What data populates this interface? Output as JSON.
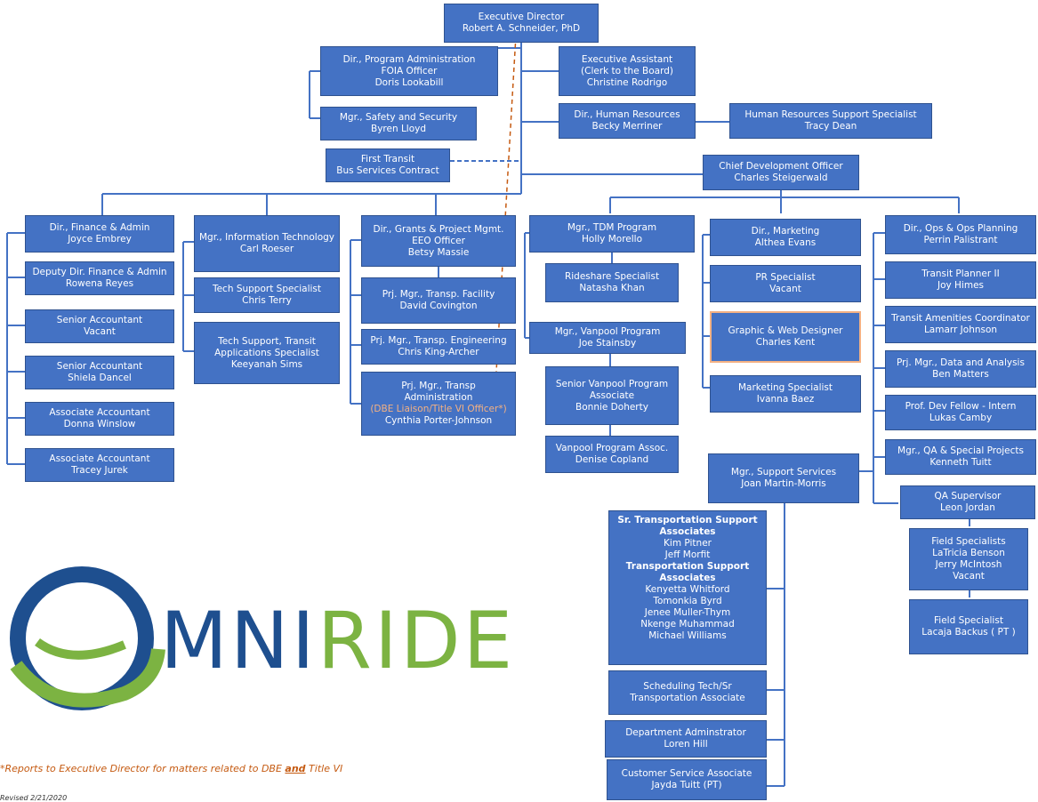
{
  "boxes": {
    "exec_director": {
      "title": "Executive Director",
      "name": "Robert A. Schneider, PhD"
    },
    "dir_program_admin": {
      "title": "Dir., Program Administration",
      "line2": "FOIA Officer",
      "name": "Doris Lookabill"
    },
    "exec_assistant": {
      "title": "Executive  Assistant",
      "line2": "(Clerk to the Board)",
      "name": "Christine Rodrigo"
    },
    "mgr_safety": {
      "title": "Mgr., Safety and Security",
      "name": "Byren Lloyd"
    },
    "dir_hr": {
      "title": "Dir., Human Resources",
      "name": "Becky Merriner"
    },
    "hr_support": {
      "title": "Human Resources Support Specialist",
      "name": "Tracy Dean"
    },
    "first_transit": {
      "title": "First Transit",
      "name": "Bus Services Contract"
    },
    "cdo": {
      "title": "Chief Development Officer",
      "name": "Charles Steigerwald"
    },
    "dir_finance": {
      "title": "Dir., Finance & Admin",
      "name": "Joyce Embrey"
    },
    "deputy_finance": {
      "title": "Deputy Dir. Finance & Admin",
      "name": "Rowena Reyes"
    },
    "senior_acct_1": {
      "title": "Senior Accountant",
      "name": "Vacant"
    },
    "senior_acct_2": {
      "title": "Senior Accountant",
      "name": "Shiela Dancel"
    },
    "assoc_acct_1": {
      "title": "Associate Accountant",
      "name": "Donna Winslow"
    },
    "assoc_acct_2": {
      "title": "Associate Accountant",
      "name": "Tracey Jurek"
    },
    "mgr_it": {
      "title": "Mgr., Information Technology",
      "name": "Carl Roeser"
    },
    "tech_support": {
      "title": "Tech Support Specialist",
      "name": "Chris Terry"
    },
    "tech_transit": {
      "title": "Tech Support, Transit",
      "line2": "Applications Specialist",
      "name": "Keeyanah Sims"
    },
    "dir_grants": {
      "title": "Dir., Grants & Project Mgmt.",
      "line2": "EEO Officer",
      "name": "Betsy Massie"
    },
    "prj_facility": {
      "title": "Prj. Mgr., Transp. Facility",
      "name": "David Covington"
    },
    "prj_engineering": {
      "title": "Prj. Mgr., Transp. Engineering",
      "name": "Chris King-Archer"
    },
    "prj_admin": {
      "title": "Prj. Mgr., Transp",
      "line2": "Administration",
      "note": "(DBE Liaison/Title VI Officer*)",
      "name": "Cynthia Porter-Johnson"
    },
    "mgr_tdm": {
      "title": "Mgr., TDM Program",
      "name": "Holly Morello"
    },
    "rideshare": {
      "title": "Rideshare Specialist",
      "name": "Natasha Khan"
    },
    "mgr_vanpool": {
      "title": "Mgr., Vanpool Program",
      "name": "Joe Stainsby"
    },
    "sr_vanpool": {
      "title": "Senior Vanpool Program",
      "line2": "Associate",
      "name": "Bonnie Doherty"
    },
    "vanpool_assoc": {
      "title": "Vanpool Program Assoc.",
      "name": "Denise Copland"
    },
    "dir_marketing": {
      "title": "Dir., Marketing",
      "name": "Althea Evans"
    },
    "pr_specialist": {
      "title": "PR Specialist",
      "name": "Vacant"
    },
    "graphic_web": {
      "title": "Graphic & Web Designer",
      "name": "Charles Kent"
    },
    "marketing_spec": {
      "title": "Marketing  Specialist",
      "name": "Ivanna Baez"
    },
    "dir_ops": {
      "title": "Dir., Ops & Ops Planning",
      "name": "Perrin Palistrant"
    },
    "transit_planner": {
      "title": "Transit Planner II",
      "name": "Joy Himes"
    },
    "transit_amenities": {
      "title": "Transit Amenities Coordinator",
      "name": "Lamarr Johnson"
    },
    "prj_data": {
      "title": "Prj. Mgr., Data and Analysis",
      "name": "Ben Matters"
    },
    "prof_dev": {
      "title": "Prof. Dev Fellow - Intern",
      "name": "Lukas Camby"
    },
    "mgr_qa": {
      "title": "Mgr., QA & Special Projects",
      "name": "Kenneth Tuitt"
    },
    "qa_supervisor": {
      "title": "QA Supervisor",
      "name": "Leon Jordan"
    },
    "field_specialists": {
      "title": "Field Specialists",
      "n1": "LaTricia Benson",
      "n2": "Jerry McIntosh",
      "n3": "Vacant"
    },
    "field_specialist": {
      "title": "Field Specialist",
      "name": "Lacaja Backus ( PT )"
    },
    "mgr_support": {
      "title": "Mgr., Support Services",
      "name": "Joan Martin-Morris"
    },
    "sr_transport": {
      "h1": "Sr. Transportation Support",
      "h1b": "Associates",
      "n1": "Kim Pitner",
      "n2": "Jeff Morfit",
      "h2": "Transportation Support",
      "h2b": "Associates",
      "n3": "Kenyetta Whitford",
      "n4": "Tomonkia Byrd",
      "n5": "Jenee Muller-Thym",
      "n6": "Nkenge Muhammad",
      "n7": "Michael Williams"
    },
    "scheduling": {
      "title": "Scheduling Tech/Sr",
      "name": "Transportation Associate"
    },
    "dept_admin": {
      "title": "Department Adminstrator",
      "name": "Loren Hill"
    },
    "customer_service": {
      "title": "Customer Service Associate",
      "name": "Jayda Tuitt (PT)"
    }
  },
  "logo": {
    "omni": "MNI",
    "ride": "RIDE"
  },
  "footnote": {
    "prefix": "*Reports to Executive Director for matters related to DBE ",
    "and": "and",
    "suffix": " Title VI"
  },
  "revised": "Revised 2/21/2020",
  "colors": {
    "box": "#4472c4",
    "line": "#4472c4",
    "dashed_red": "#c55a11",
    "logo_blue": "#1e4f8f",
    "logo_green": "#7cb342"
  }
}
